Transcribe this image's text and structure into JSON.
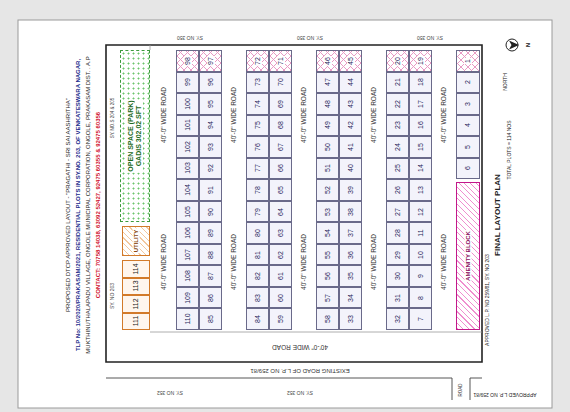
{
  "diagram": {
    "nodes": [
      {
        "text": [
          "OPEN SPACE (PARK)",
          "GADIS 302.02 SFT"
        ]
      },
      {
        "text": [
          "UTILITY"
        ]
      },
      {
        "text": [
          "114"
        ]
      },
      {
        "text": [
          "113"
        ]
      },
      {
        "text": [
          "112"
        ]
      },
      {
        "text": [
          "111"
        ]
      },
      {
        "text": [
          "98"
        ]
      },
      {
        "text": [
          "99"
        ]
      },
      {
        "text": [
          "100"
        ]
      },
      {
        "text": [
          "101"
        ]
      },
      {
        "text": [
          "102"
        ]
      },
      {
        "text": [
          "103"
        ]
      },
      {
        "text": [
          "104"
        ]
      },
      {
        "text": [
          "105"
        ]
      },
      {
        "text": [
          "106"
        ]
      },
      {
        "text": [
          "107"
        ]
      },
      {
        "text": [
          "108"
        ]
      },
      {
        "text": [
          "109"
        ]
      },
      {
        "text": [
          "110"
        ]
      },
      {
        "text": [
          "97"
        ]
      },
      {
        "text": [
          "96"
        ]
      },
      {
        "text": [
          "95"
        ]
      },
      {
        "text": [
          "94"
        ]
      },
      {
        "text": [
          "93"
        ]
      },
      {
        "text": [
          "92"
        ]
      },
      {
        "text": [
          "91"
        ]
      },
      {
        "text": [
          "90"
        ]
      },
      {
        "text": [
          "89"
        ]
      },
      {
        "text": [
          "88"
        ]
      },
      {
        "text": [
          "87"
        ]
      },
      {
        "text": [
          "86"
        ]
      },
      {
        "text": [
          "85"
        ]
      },
      {
        "text": [
          "72"
        ]
      },
      {
        "text": [
          "73"
        ]
      },
      {
        "text": [
          "74"
        ]
      },
      {
        "text": [
          "75"
        ]
      },
      {
        "text": [
          "76"
        ]
      },
      {
        "text": [
          "77"
        ]
      },
      {
        "text": [
          "78"
        ]
      },
      {
        "text": [
          "79"
        ]
      },
      {
        "text": [
          "80"
        ]
      },
      {
        "text": [
          "81"
        ]
      },
      {
        "text": [
          "82"
        ]
      },
      {
        "text": [
          "83"
        ]
      },
      {
        "text": [
          "84"
        ]
      },
      {
        "text": [
          "71"
        ]
      },
      {
        "text": [
          "70"
        ]
      },
      {
        "text": [
          "69"
        ]
      },
      {
        "text": [
          "68"
        ]
      },
      {
        "text": [
          "67"
        ]
      },
      {
        "text": [
          "66"
        ]
      },
      {
        "text": [
          "65"
        ]
      },
      {
        "text": [
          "64"
        ]
      },
      {
        "text": [
          "63"
        ]
      },
      {
        "text": [
          "62"
        ]
      },
      {
        "text": [
          "61"
        ]
      },
      {
        "text": [
          "60"
        ]
      },
      {
        "text": [
          "59"
        ]
      },
      {
        "text": [
          "46"
        ]
      },
      {
        "text": [
          "47"
        ]
      },
      {
        "text": [
          "48"
        ]
      },
      {
        "text": [
          "49"
        ]
      },
      {
        "text": [
          "50"
        ]
      },
      {
        "text": [
          "51"
        ]
      },
      {
        "text": [
          "52"
        ]
      },
      {
        "text": [
          "53"
        ]
      },
      {
        "text": [
          "54"
        ]
      },
      {
        "text": [
          "55"
        ]
      },
      {
        "text": [
          "56"
        ]
      },
      {
        "text": [
          "57"
        ]
      },
      {
        "text": [
          "58"
        ]
      },
      {
        "text": [
          "45"
        ]
      },
      {
        "text": [
          "44"
        ]
      },
      {
        "text": [
          "43"
        ]
      },
      {
        "text": [
          "42"
        ]
      },
      {
        "text": [
          "41"
        ]
      },
      {
        "text": [
          "40"
        ]
      },
      {
        "text": [
          "39"
        ]
      },
      {
        "text": [
          "38"
        ]
      },
      {
        "text": [
          "37"
        ]
      },
      {
        "text": [
          "36"
        ]
      },
      {
        "text": [
          "35"
        ]
      },
      {
        "text": [
          "34"
        ]
      },
      {
        "text": [
          "33"
        ]
      },
      {
        "text": [
          "20"
        ]
      },
      {
        "text": [
          "21"
        ]
      },
      {
        "text": [
          "22"
        ]
      },
      {
        "text": [
          "23"
        ]
      },
      {
        "text": [
          "24"
        ]
      },
      {
        "text": [
          "25"
        ]
      },
      {
        "text": [
          "26"
        ]
      },
      {
        "text": [
          "27"
        ]
      },
      {
        "text": [
          "28"
        ]
      },
      {
        "text": [
          "29"
        ]
      },
      {
        "text": [
          "30"
        ]
      },
      {
        "text": [
          "31"
        ]
      },
      {
        "text": [
          "32"
        ]
      },
      {
        "text": [
          "19"
        ]
      },
      {
        "text": [
          "18"
        ]
      },
      {
        "text": [
          "17"
        ]
      },
      {
        "text": [
          "16"
        ]
      },
      {
        "text": [
          "15"
        ]
      },
      {
        "text": [
          "14"
        ]
      },
      {
        "text": [
          "13"
        ]
      },
      {
        "text": [
          "12"
        ]
      },
      {
        "text": [
          "11"
        ]
      },
      {
        "text": [
          "10"
        ]
      },
      {
        "text": [
          "9"
        ]
      },
      {
        "text": [
          "8"
        ]
      },
      {
        "text": [
          "7"
        ]
      },
      {
        "text": [
          "1"
        ]
      },
      {
        "text": [
          "2"
        ]
      },
      {
        "text": [
          "3"
        ]
      },
      {
        "text": [
          "4"
        ]
      },
      {
        "text": [
          "5"
        ]
      },
      {
        "text": [
          "6"
        ]
      },
      {
        "text": [
          "AMENITY BLOCK"
        ]
      }
    ],
    "labels": [
      "PROPOSED DTCP APPROVED LAYOUT - \"PRAGATHI - SRI SAI AASHRITHA\"",
      "TLP No: 10/2020/PRAKASAM/2021, RESIDENTIAL PLOTS IN SY.NO. 203, OF VENKATESWARA NAGAR,",
      "MUKTHINUTHALAPADU VILLAGE, ONGOLE MUNICIPAL CORPORATION, ONGOLE, PRAKASAM DIST. . A.P",
      "CONTACT: 70758 14038, 63092 52427, 92475 60355 & 92475 60356",
      "40'-0\" WIDE ROAD",
      "40'-0\" WIDE ROAD",
      "40'-0\" WIDE ROAD",
      "40'-0\" WIDE ROAD",
      "40'-0\" WIDE ROAD",
      "40'-0\" WIDE ROAD",
      "40'-0\" WIDE ROAD",
      "40'-0\" WIDE ROAD",
      "40'-0\" WIDE ROAD",
      "40'-0\" WIDE ROAD",
      "40'-0\" WIDE ROAD",
      "EXISTING ROAD OF L.P. NO 259/81",
      "ROAD",
      "SY. NO 350",
      "SY. NO 350",
      "SY. NO 350",
      "SY. NO 352",
      "SY. NO 352",
      "SY. NO 203",
      "SY. NO.S 204 & 205",
      "NORTH",
      "N",
      "TOTAL PLOTS = 114 NOS",
      "FINAL LAYOUT PLAN",
      "APPROVED L.P. NO 259/81, SY. NO 203",
      "APPROVED L.P. NO 259/81"
    ]
  }
}
